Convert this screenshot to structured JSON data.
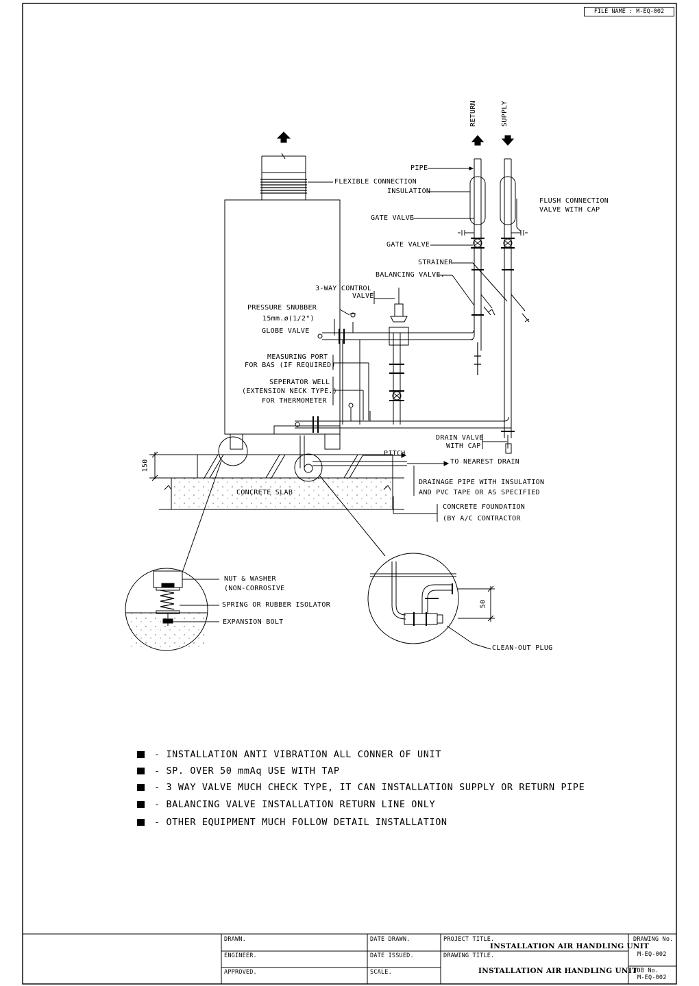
{
  "file_name": "FILE NAME : M-EQ-002",
  "labels": {
    "return": "RETURN",
    "supply": "SUPPLY",
    "pipe": "PIPE",
    "flexible_connection": "FLEXIBLE CONNECTION",
    "insulation": "INSULATION",
    "flush_connection_1": "FLUSH CONNECTION",
    "flush_connection_2": "VALVE WITH CAP",
    "gate_valve_1": "GATE VALVE",
    "gate_valve_2": "GATE VALVE",
    "strainer": "STRAINER",
    "balancing_valve": "BALANCING VALVE.",
    "control_valve_1": "3-WAY CONTROL",
    "control_valve_2": "VALVE",
    "pressure_snubber": "PRESSURE SNUBBER",
    "globe_valve_1": "15mm.ø(1/2\")",
    "globe_valve_2": "GLOBE VALVE",
    "measuring_port_1": "MEASURING PORT",
    "measuring_port_2": "FOR BAS (IF REQUIRED)",
    "separator_1": "SEPERATOR WELL",
    "separator_2": "(EXTENSION NECK TYPE.)",
    "separator_3": "FOR THERMOMETER",
    "drain_valve_1": "DRAIN VALVE",
    "drain_valve_2": "WITH CAP",
    "pitch": "PITCH",
    "nearest_drain": "TO NEAREST DRAIN",
    "dim_150": "150",
    "concrete_slab": "CONCRETE SLAB",
    "drainage_pipe_1": "DRAINAGE PIPE WITH INSULATION",
    "drainage_pipe_2": "AND PVC TAPE OR AS SPECIFIED",
    "concrete_foundation_1": "CONCRETE FOUNDATION",
    "concrete_foundation_2": "(BY A/C CONTRACTOR",
    "nut_washer_1": "NUT & WASHER",
    "nut_washer_2": "(NON-CORROSIVE",
    "spring_isolator": "SPRING OR RUBBER ISOLATOR",
    "expansion_bolt": "EXPANSION BOLT",
    "dim_50": "50",
    "clean_out_plug": "CLEAN-OUT PLUG"
  },
  "notes": [
    "- INSTALLATION ANTI VIBRATION ALL CONNER OF UNIT",
    "- SP. OVER 50 mmAq USE WITH TAP",
    "- 3 WAY VALVE MUCH CHECK TYPE, IT CAN INSTALLATION SUPPLY OR RETURN PIPE",
    "- BALANCING VALVE INSTALLATION RETURN LINE ONLY",
    "- OTHER EQUIPMENT MUCH FOLLOW DETAIL INSTALLATION"
  ],
  "title_block": {
    "drawn": "DRAWN.",
    "engineer": "ENGINEER.",
    "approved": "APPROVED.",
    "date_drawn": "DATE DRAWN.",
    "date_issued": "DATE ISSUED.",
    "scale": "SCALE.",
    "project_title_label": "PROJECT TITLE.",
    "project_title": "INSTALLATION AIR HANDLING UNIT",
    "drawing_title_label": "DRAWING TITLE.",
    "drawing_title": "INSTALLATION AIR HANDLING UNIT",
    "drawing_no_label": "DRAWING No.",
    "drawing_no": "M-EQ-002",
    "job_no_label": "JOB No.",
    "job_no": "M-EQ-002"
  }
}
